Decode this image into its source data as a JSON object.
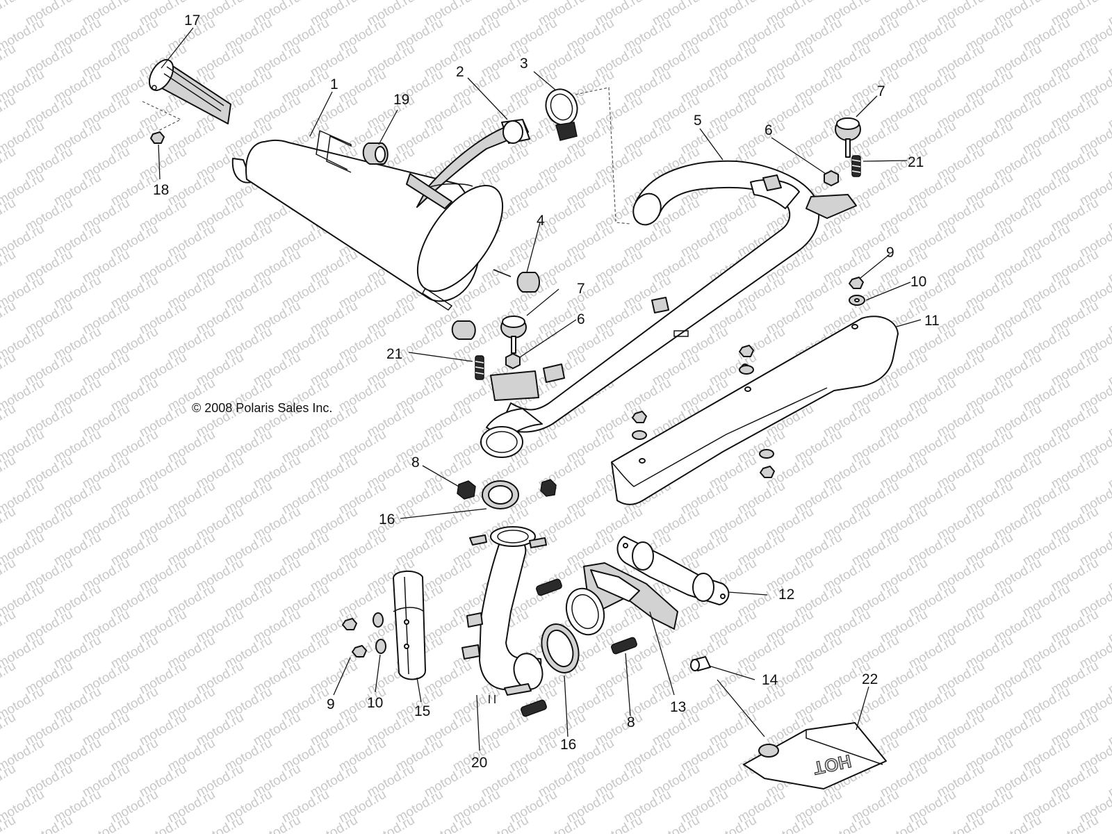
{
  "watermark": "motod.ru",
  "copyright": "© 2008 Polaris Sales Inc.",
  "callouts": [
    "1",
    "2",
    "3",
    "4",
    "5",
    "6",
    "6",
    "7",
    "7",
    "8",
    "8",
    "9",
    "9",
    "10",
    "10",
    "11",
    "12",
    "13",
    "14",
    "15",
    "16",
    "16",
    "17",
    "18",
    "19",
    "20",
    "21",
    "21",
    "22"
  ],
  "colors": {
    "line": "#111111",
    "shade": "#d2d2d2",
    "watermark": "#c8c8c8",
    "background": "#ffffff"
  }
}
